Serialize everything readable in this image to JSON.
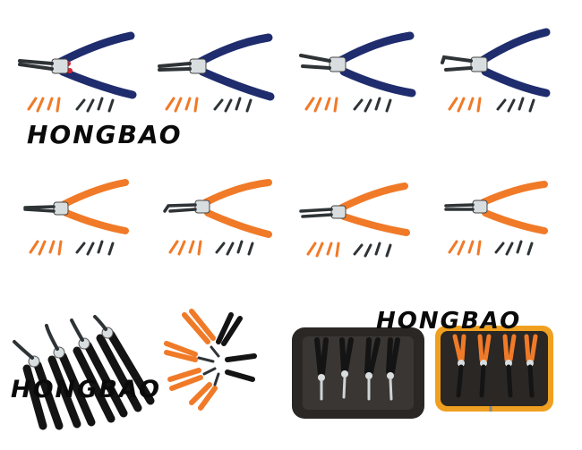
{
  "watermark": {
    "text": "HONGBAO",
    "color": "#0a0a0a"
  },
  "colors": {
    "navy_handle": "#1f2d6e",
    "orange_handle": "#f07a28",
    "black_handle": "#141414",
    "steel": "#2e3336",
    "joint": "#d8dde0",
    "pouch": "#2a2725",
    "pouch_orange_trim": "#f0a020"
  },
  "product_rows": [
    {
      "handle_color": "navy",
      "count": 4
    },
    {
      "handle_color": "orange",
      "count": 4
    }
  ]
}
